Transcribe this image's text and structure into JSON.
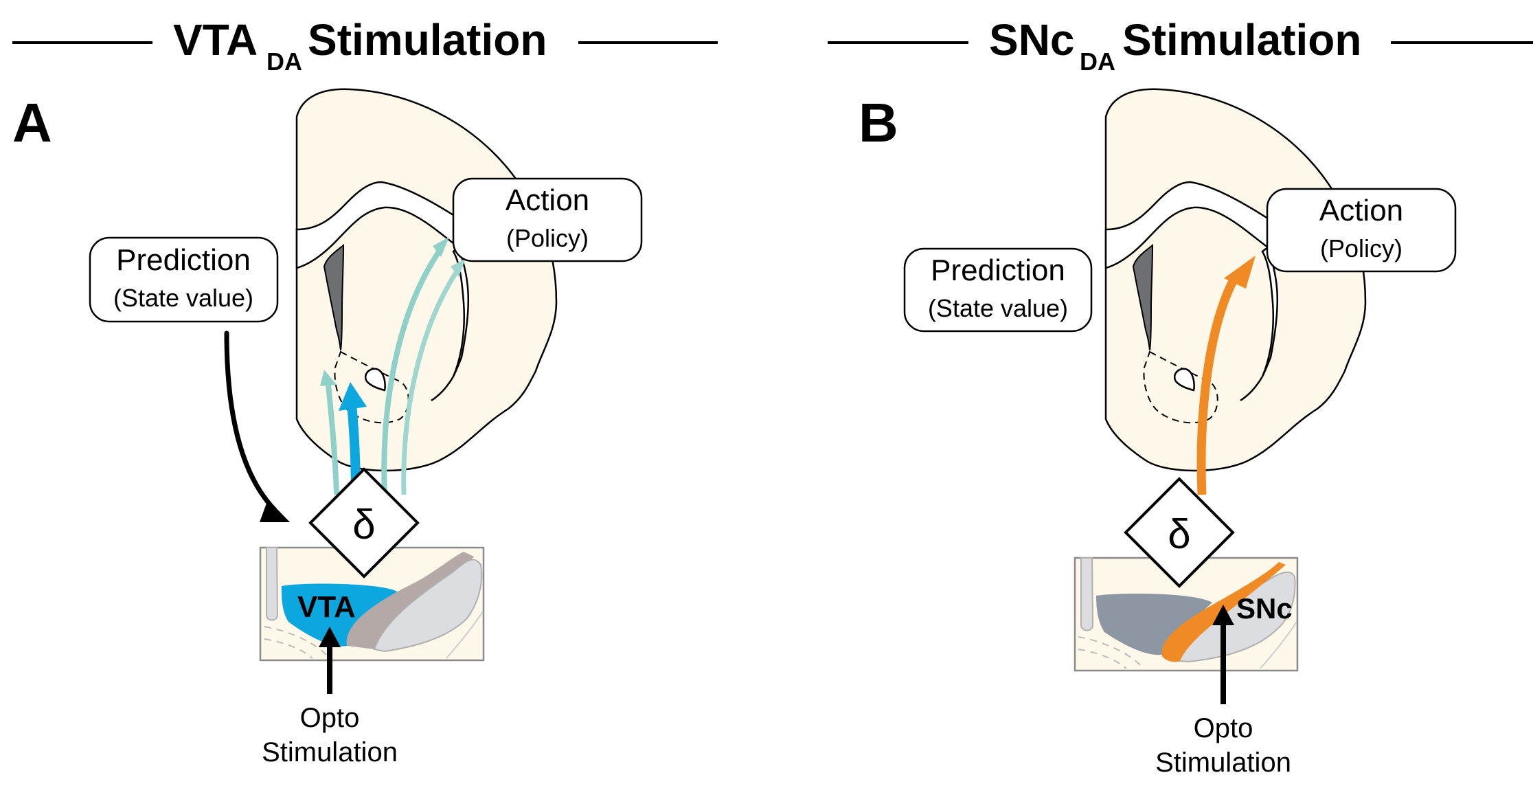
{
  "panels": [
    {
      "letter": "A",
      "title_main": "VTA",
      "title_sub": "DA",
      "title_rest": "Stimulation",
      "prediction_title": "Prediction",
      "prediction_sub": "(State value)",
      "action_title": "Action",
      "action_sub": "(Policy)",
      "delta_symbol": "δ",
      "region_label": "VTA",
      "stim_line1": "Opto",
      "stim_line2": "Stimulation",
      "accent_color": "#0ba7de",
      "secondary_arrow_color": "#8fd0c8",
      "prediction_connected": true
    },
    {
      "letter": "B",
      "title_main": "SNc",
      "title_sub": "DA",
      "title_rest": "Stimulation",
      "prediction_title": "Prediction",
      "prediction_sub": "(State value)",
      "action_title": "Action",
      "action_sub": "(Policy)",
      "delta_symbol": "δ",
      "region_label": "SNc",
      "stim_line1": "Opto",
      "stim_line2": "Stimulation",
      "accent_color": "#f08a24",
      "prediction_connected": false
    }
  ],
  "colors": {
    "brain_fill": "#fdf8ea",
    "midbrain_gray": "#8c97a3",
    "snr_gray": "#dcdde0",
    "border_brown": "#b5a9a8",
    "ventricle": "#6e6f72"
  }
}
